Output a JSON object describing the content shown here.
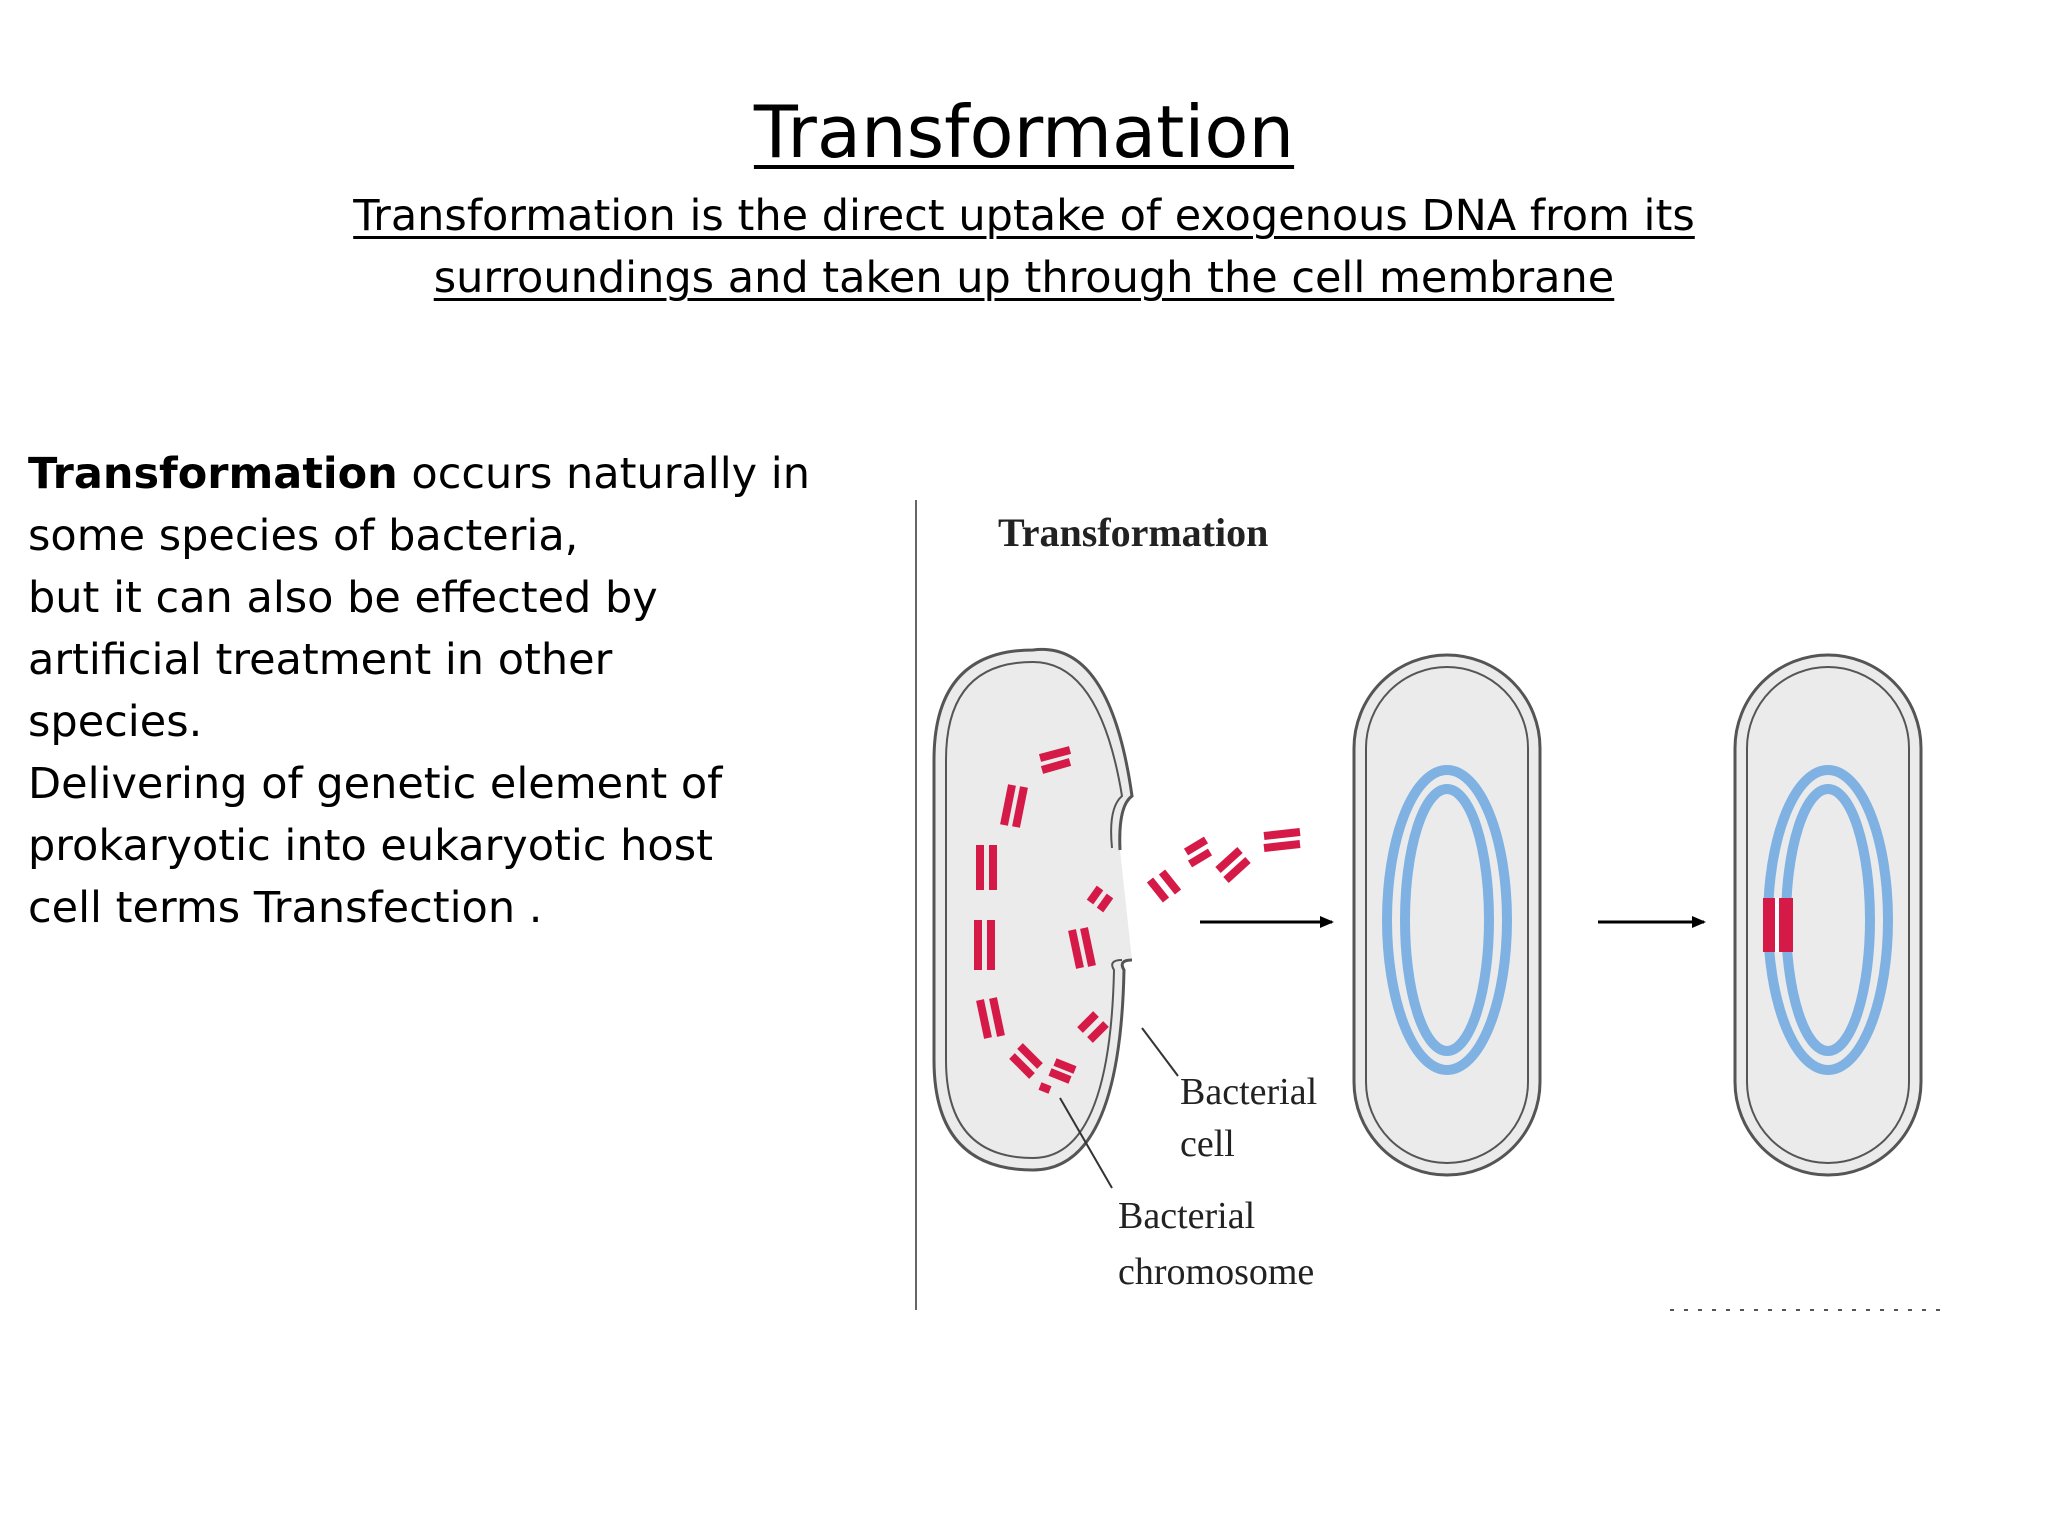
{
  "slide": {
    "title": "Transformation",
    "subtitle": "Transformation is the direct uptake of exogenous DNA from its surroundings and taken up through the cell membrane",
    "body": {
      "term": "Transformation",
      "line1_rest": " occurs naturally in",
      "line2": "some species of bacteria,",
      "line3": "but it can also be effected by",
      "line4": "artificial treatment in other",
      "line5": "species.",
      "line6": "Delivering of genetic element of",
      "line7": "prokaryotic into eukaryotic host",
      "line8": "cell terms Transfection ."
    }
  },
  "diagram": {
    "heading": "Transformation",
    "label_cell_line1": "Bacterial",
    "label_cell_line2": "cell",
    "label_chromosome_line1": "Bacterial",
    "label_chromosome_line2": "chromosome",
    "colors": {
      "dna_fragment": "#d51a48",
      "chromosome": "#7fb2e3",
      "cell_fill": "#ebebeb",
      "cell_outline": "#555555",
      "background": "#ffffff"
    }
  }
}
